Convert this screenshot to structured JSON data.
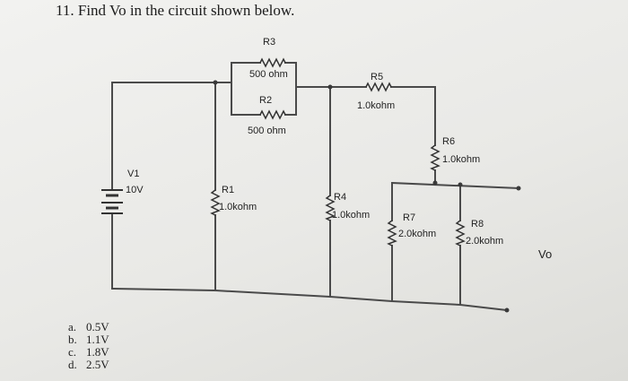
{
  "question": "11. Find Vo in the circuit shown below.",
  "components": {
    "R3": {
      "name": "R3",
      "value": "500 ohm"
    },
    "R2": {
      "name": "R2",
      "value": "500 ohm"
    },
    "R5": {
      "name": "R5",
      "value": "1.0kohm"
    },
    "R6": {
      "name": "R6",
      "value": "1.0kohm"
    },
    "V1": {
      "name": "V1",
      "value": "10V"
    },
    "R1": {
      "name": "R1",
      "value": "1.0kohm"
    },
    "R4": {
      "name": "R4",
      "value": "1.0kohm"
    },
    "R7": {
      "name": "R7",
      "value": "2.0kohm"
    },
    "R8": {
      "name": "R8",
      "value": "2.0kohm"
    }
  },
  "output_label": "Vo",
  "choices": [
    {
      "letter": "a.",
      "text": "0.5V"
    },
    {
      "letter": "b.",
      "text": "1.1V"
    },
    {
      "letter": "c.",
      "text": "1.8V"
    },
    {
      "letter": "d.",
      "text": "2.5V"
    }
  ]
}
